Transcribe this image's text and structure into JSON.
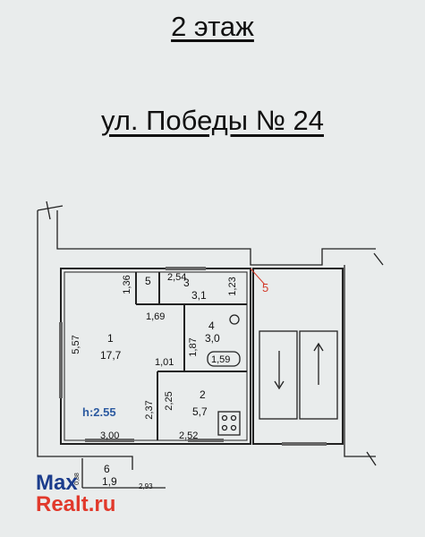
{
  "header": {
    "floor": "2 этаж",
    "address": "ул. Победы  № 24"
  },
  "plan": {
    "height_note": "h:2.55",
    "rooms": [
      {
        "number": "1",
        "area": "17,7"
      },
      {
        "number": "2",
        "area": "5,7"
      },
      {
        "number": "3",
        "area": "3,1"
      },
      {
        "number": "4",
        "area": "3,0"
      },
      {
        "number": "5",
        "area": ""
      },
      {
        "number": "6",
        "area": "1,9"
      }
    ],
    "dimensions": [
      "5,57",
      "1,36",
      "2,54",
      "1,23",
      "1,69",
      "1,87",
      "1,59",
      "1,01",
      "2,37",
      "2,25",
      "3,00",
      "2,52",
      "2,93",
      "0,88"
    ],
    "stair_marker": "5",
    "colors": {
      "line": "#222222",
      "note": "#2c5aa0",
      "marker": "#d23a2a"
    }
  },
  "watermark": {
    "line1": "Max",
    "line2": "Realt.ru"
  }
}
